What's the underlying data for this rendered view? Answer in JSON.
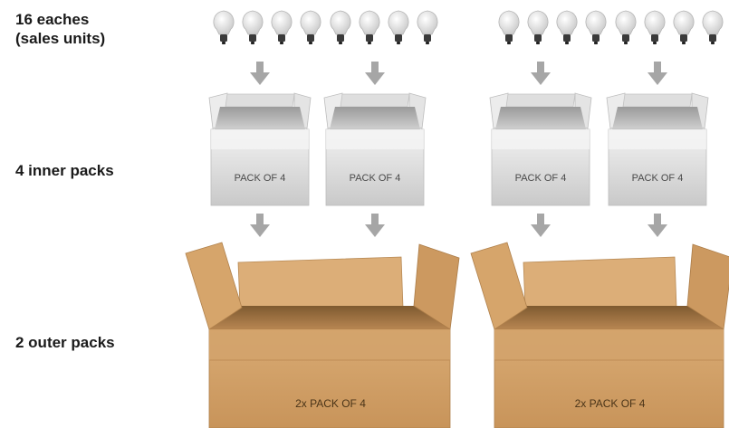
{
  "labels": {
    "eaches_line1": "16 eaches",
    "eaches_line2": "(sales units)",
    "inner": "4 inner packs",
    "outer": "2 outer packs"
  },
  "inner_packs": [
    {
      "label": "PACK OF 4"
    },
    {
      "label": "PACK OF 4"
    },
    {
      "label": "PACK OF 4"
    },
    {
      "label": "PACK OF 4"
    }
  ],
  "outer_packs": [
    {
      "label": "2x PACK OF 4"
    },
    {
      "label": "2x PACK OF 4"
    }
  ],
  "counts": {
    "bulbs_per_group": 4,
    "bulb_groups": 4
  },
  "colors": {
    "arrow": "#a6a6a6",
    "inner_box": "#dcdcdc",
    "outer_box": "#d3a36c",
    "outer_box_dark": "#a87a45",
    "bulb_glass": "#e6e6e6",
    "bulb_base": "#3a3a3a"
  }
}
